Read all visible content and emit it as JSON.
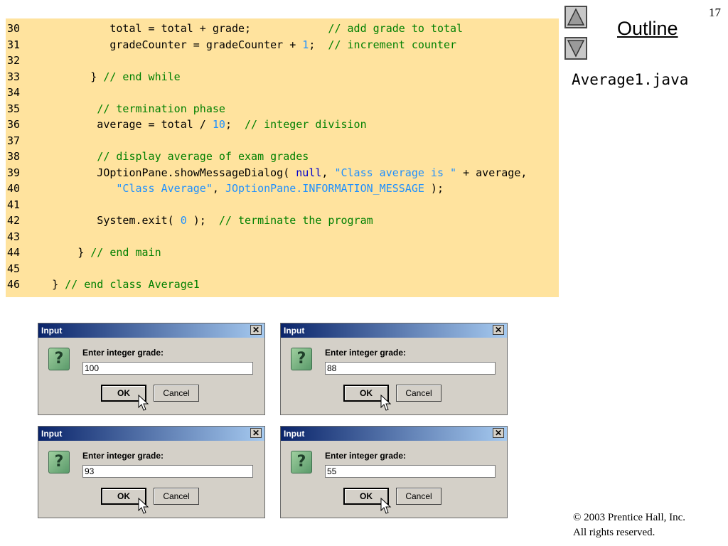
{
  "slide": {
    "number": "17",
    "outline_label": "Outline",
    "file_name": "Average1.java",
    "copyright_line1": "© 2003 Prentice Hall, Inc.",
    "copyright_line2": "All rights reserved.",
    "nav_up_icon": "triangle-up-icon",
    "nav_down_icon": "triangle-down-icon"
  },
  "code": {
    "lines": [
      {
        "n": "30",
        "segments": [
          {
            "t": "            total = total + grade;            ",
            "c": ""
          },
          {
            "t": "// add grade to total",
            "c": "cm"
          }
        ]
      },
      {
        "n": "31",
        "segments": [
          {
            "t": "            gradeCounter = gradeCounter + ",
            "c": ""
          },
          {
            "t": "1",
            "c": "nm"
          },
          {
            "t": ";  ",
            "c": ""
          },
          {
            "t": "// increment counter",
            "c": "cm"
          }
        ]
      },
      {
        "n": "32",
        "segments": []
      },
      {
        "n": "33",
        "segments": [
          {
            "t": "         } ",
            "c": ""
          },
          {
            "t": "// end while",
            "c": "cm"
          }
        ]
      },
      {
        "n": "34",
        "segments": []
      },
      {
        "n": "35",
        "segments": [
          {
            "t": "          ",
            "c": ""
          },
          {
            "t": "// termination phase",
            "c": "cm"
          }
        ]
      },
      {
        "n": "36",
        "segments": [
          {
            "t": "          average = total / ",
            "c": ""
          },
          {
            "t": "10",
            "c": "nm"
          },
          {
            "t": ";  ",
            "c": ""
          },
          {
            "t": "// integer division",
            "c": "cm"
          }
        ]
      },
      {
        "n": "37",
        "segments": []
      },
      {
        "n": "38",
        "segments": [
          {
            "t": "          ",
            "c": ""
          },
          {
            "t": "// display average of exam grades",
            "c": "cm"
          }
        ]
      },
      {
        "n": "39",
        "segments": [
          {
            "t": "          JOptionPane.showMessageDialog( ",
            "c": ""
          },
          {
            "t": "null",
            "c": "kw"
          },
          {
            "t": ", ",
            "c": ""
          },
          {
            "t": "\"Class average is \"",
            "c": "st"
          },
          {
            "t": " + average,",
            "c": ""
          }
        ]
      },
      {
        "n": "40",
        "segments": [
          {
            "t": "             ",
            "c": ""
          },
          {
            "t": "\"Class Average\"",
            "c": "st"
          },
          {
            "t": ", ",
            "c": ""
          },
          {
            "t": "JOptionPane.INFORMATION_MESSAGE",
            "c": "st"
          },
          {
            "t": " );",
            "c": ""
          }
        ]
      },
      {
        "n": "41",
        "segments": []
      },
      {
        "n": "42",
        "segments": [
          {
            "t": "          System.exit( ",
            "c": ""
          },
          {
            "t": "0",
            "c": "nm"
          },
          {
            "t": " );  ",
            "c": ""
          },
          {
            "t": "// terminate the program",
            "c": "cm"
          }
        ]
      },
      {
        "n": "43",
        "segments": []
      },
      {
        "n": "44",
        "segments": [
          {
            "t": "       } ",
            "c": ""
          },
          {
            "t": "// end main",
            "c": "cm"
          }
        ]
      },
      {
        "n": "45",
        "segments": []
      },
      {
        "n": "46",
        "segments": [
          {
            "t": "   } ",
            "c": ""
          },
          {
            "t": "// end class Average1",
            "c": "cm"
          }
        ]
      }
    ]
  },
  "dialogs": [
    {
      "title": "Input",
      "prompt": "Enter integer grade:",
      "value": "100",
      "ok_label": "OK",
      "cancel_label": "Cancel",
      "close_glyph": "✕",
      "icon": "question-icon"
    },
    {
      "title": "Input",
      "prompt": "Enter integer grade:",
      "value": "88",
      "ok_label": "OK",
      "cancel_label": "Cancel",
      "close_glyph": "✕",
      "icon": "question-icon"
    },
    {
      "title": "Input",
      "prompt": "Enter integer grade:",
      "value": "93",
      "ok_label": "OK",
      "cancel_label": "Cancel",
      "close_glyph": "✕",
      "icon": "question-icon"
    },
    {
      "title": "Input",
      "prompt": "Enter integer grade:",
      "value": "55",
      "ok_label": "OK",
      "cancel_label": "Cancel",
      "close_glyph": "✕",
      "icon": "question-icon"
    }
  ],
  "colors": {
    "code_background": "#ffe39e",
    "comment": "#008000",
    "keyword": "#0000cc",
    "string": "#1e90ff",
    "titlebar_start": "#0a246a",
    "titlebar_end": "#a6caf0",
    "dialog_face": "#d4d0c8"
  }
}
